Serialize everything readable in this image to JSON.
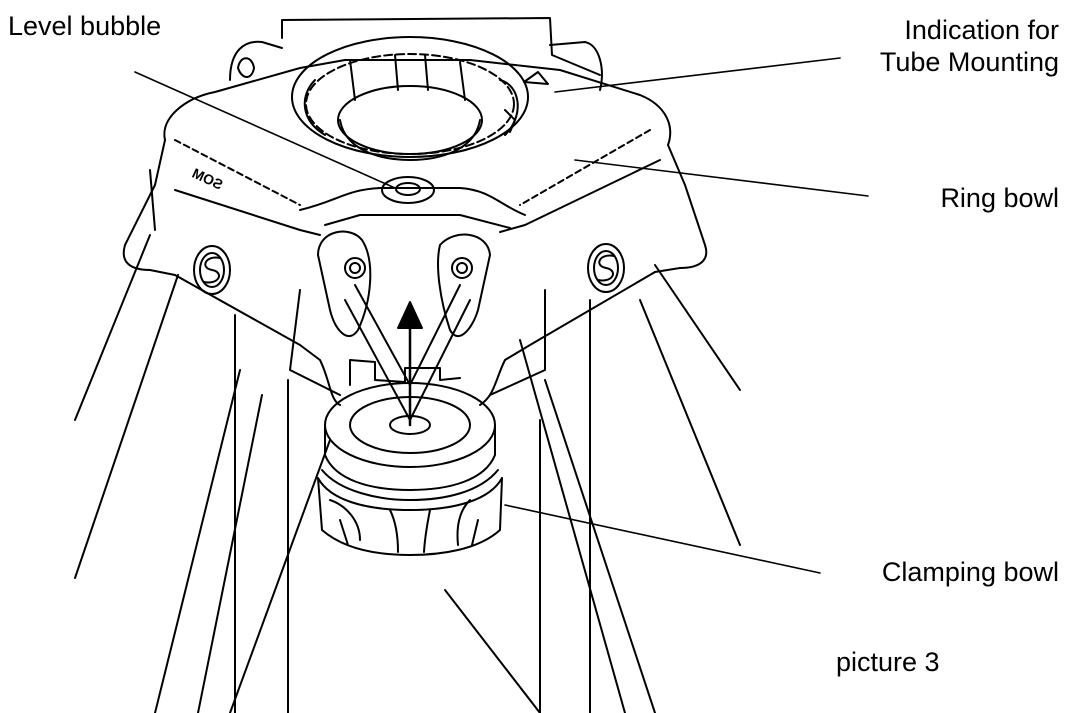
{
  "labels": {
    "level_bubble": "Level bubble",
    "indication_line1": "Indication for",
    "indication_line2": "Tube Mounting",
    "ring_bowl": "Ring bowl",
    "clamping_bowl": "Clamping bowl",
    "picture_caption": "picture 3"
  },
  "engraving": "SOM",
  "colors": {
    "stroke": "#000000",
    "background": "#ffffff"
  },
  "icons": {
    "logo": "sachtler-s-logo-icon",
    "arrow": "up-arrow-icon",
    "mount_indicator": "triangle-outline-icon"
  }
}
